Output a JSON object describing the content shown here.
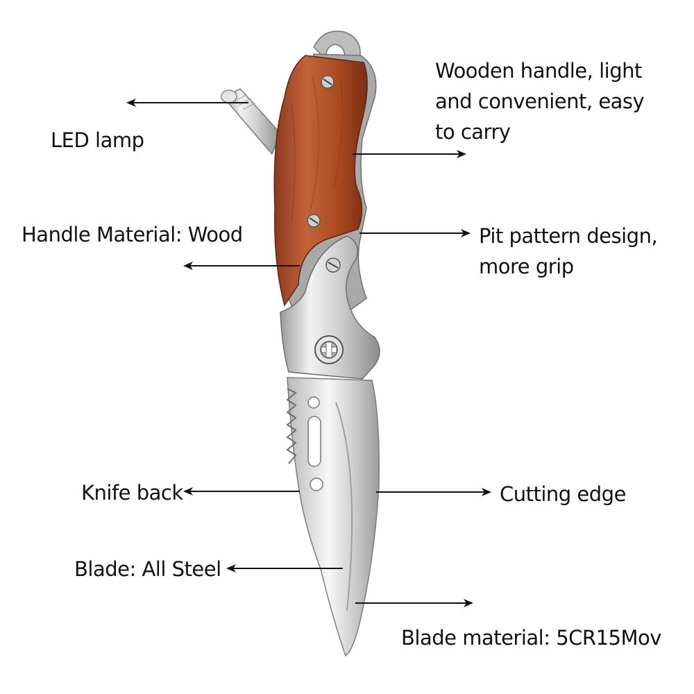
{
  "colors": {
    "background": "#ffffff",
    "text": "#111111",
    "arrow": "#111111",
    "handle_wood": "#b5552e",
    "blade_steel": "#d9d9d9",
    "bolster_steel": "#c9c9c9"
  },
  "labels": {
    "handle_features": [
      "Wooden handle, light",
      "and convenient, easy",
      "to carry"
    ],
    "led_lamp": "LED lamp",
    "handle_material": "Handle Material: Wood",
    "pit_pattern": [
      "Pit pattern design,",
      "more grip"
    ],
    "knife_back": "Knife back",
    "cutting_edge": "Cutting edge",
    "blade_steel": "Blade: All Steel",
    "blade_material": "Blade material: 5CR15Mov"
  }
}
